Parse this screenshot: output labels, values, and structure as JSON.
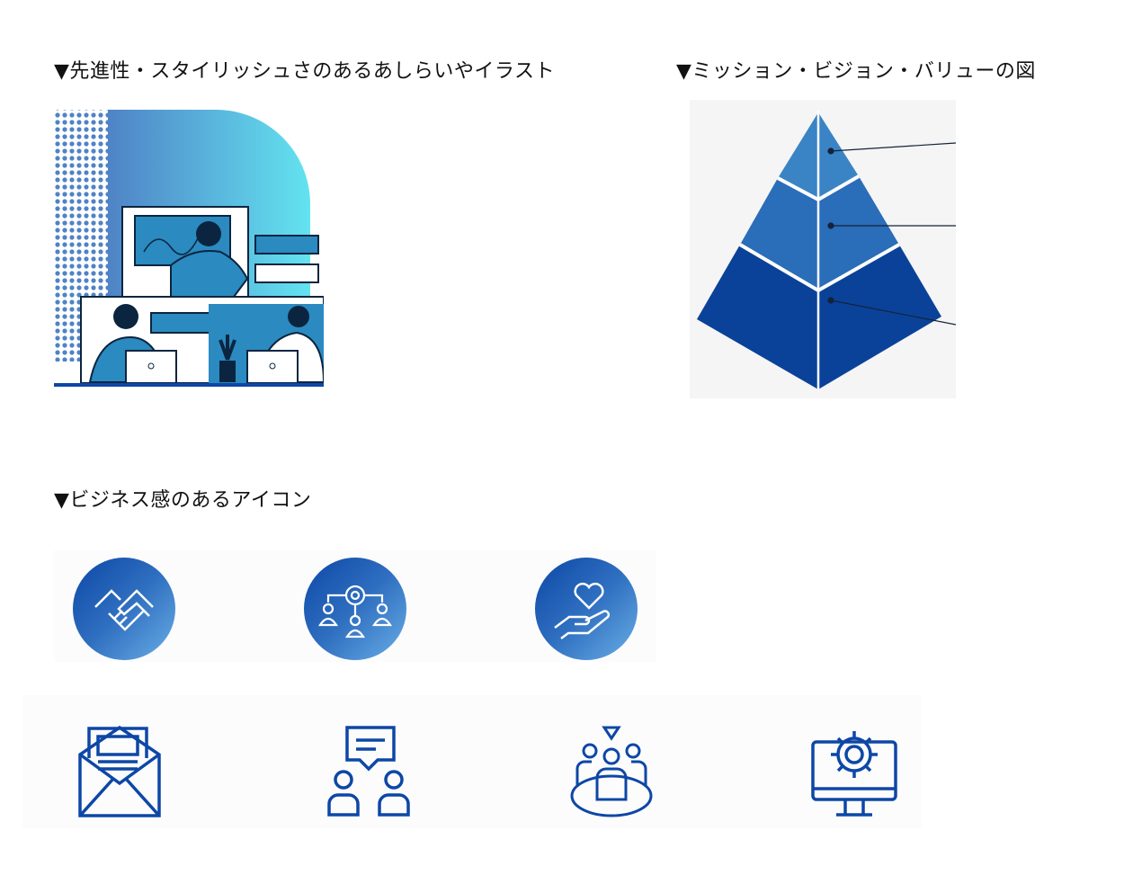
{
  "sections": {
    "illustration_heading": "▼先進性・スタイリッシュさのあるあしらいやイラスト",
    "pyramid_heading": "▼ミッション・ビジョン・バリューの図",
    "icons_heading": "▼ビジネス感のあるアイコン"
  },
  "colors": {
    "pyramid_top": "#3a84c6",
    "pyramid_middle": "#2a6db8",
    "pyramid_bottom": "#0a4299",
    "icon_stroke": "#0d47a6"
  },
  "icons_circle": [
    "handshake-icon",
    "team-gear-icon",
    "heart-hand-icon"
  ],
  "icons_line": [
    "mail-icon",
    "chat-team-icon",
    "meeting-icon",
    "monitor-gear-icon"
  ]
}
